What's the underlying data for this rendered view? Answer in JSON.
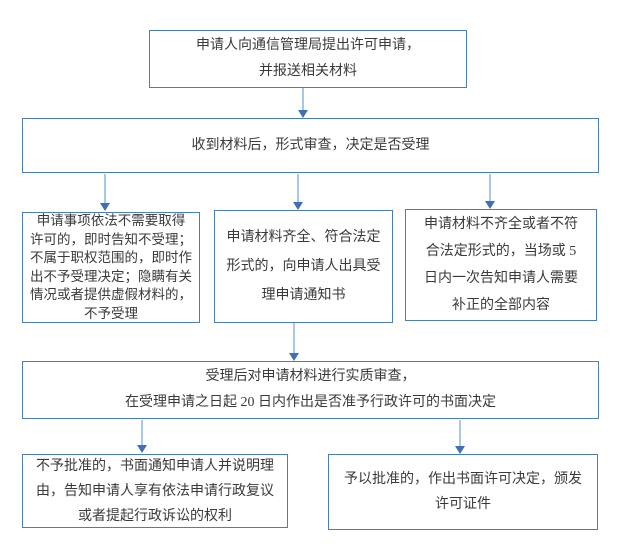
{
  "colors": {
    "box_border": "#4a7ebb",
    "arrow_stem": "#a9c7e9",
    "arrow_head": "#3f6fb8",
    "text": "#3a3a3a"
  },
  "nodes": {
    "apply": {
      "lines": [
        "申请人向通信管理局提出许可申请，",
        "并报送相关材料"
      ]
    },
    "formal_review": {
      "lines": [
        "收到材料后，形式审查，决定是否受理"
      ]
    },
    "not_accepted": {
      "lines": [
        "申请事项依法不需要取得",
        "许可的，即时告知不受理；",
        "不属于职权范围的，即时作",
        "出不予受理决定；隐瞒有关",
        "情况或者提供虚假材料的，",
        "不予受理"
      ]
    },
    "accepted": {
      "lines": [
        "申请材料齐全、符合法定",
        "形式的，向申请人出具受",
        "理申请通知书"
      ]
    },
    "supplement": {
      "lines": [
        "申请材料不齐全或者不符",
        "合法定形式的，当场或 5",
        "日内一次告知申请人需要",
        "补正的全部内容"
      ]
    },
    "substantive_review": {
      "lines": [
        "受理后对申请材料进行实质审查，",
        "在受理申请之日起 20 日内作出是否准予行政许可的书面决定"
      ]
    },
    "denied": {
      "lines": [
        "不予批准的，书面通知申请人并说明理",
        "由，告知申请人享有依法申请行政复议",
        "或者提起行政诉讼的权利"
      ]
    },
    "approved": {
      "lines": [
        "予以批准的，作出书面许可决定，颁发",
        "许可证件"
      ]
    }
  }
}
